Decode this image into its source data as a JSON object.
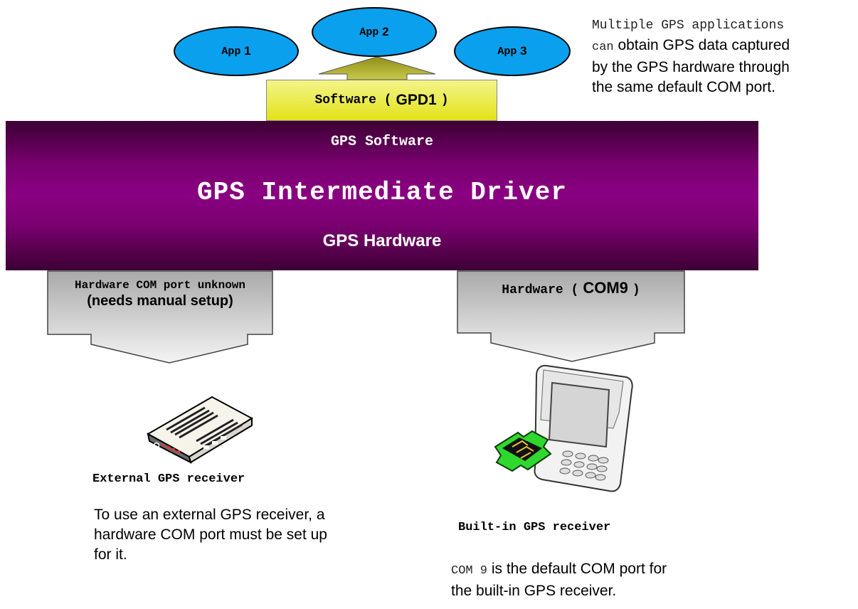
{
  "apps": [
    {
      "prefix": "App",
      "number": "1"
    },
    {
      "prefix": "App",
      "number": "2"
    },
    {
      "prefix": "App",
      "number": "3"
    }
  ],
  "software_box": {
    "prefix": "Software (",
    "port": "GPD1",
    "suffix": ")"
  },
  "note_top": {
    "line1": "Multiple GPS applications",
    "line2_mono": "can",
    "line2_rest": " obtain GPS data captured",
    "line3": "by the GPS hardware through",
    "line4": "the same default COM port."
  },
  "driver": {
    "software_label": "GPS Software",
    "title": "GPS Intermediate Driver",
    "hardware_label": "GPS Hardware"
  },
  "left_branch": {
    "line1": "Hardware COM port unknown",
    "line2": "(needs manual setup)",
    "caption": "External GPS receiver",
    "desc_line1": "To use an external GPS receiver, a",
    "desc_line2": "hardware COM port must be set up",
    "desc_line3": "for it."
  },
  "right_branch": {
    "prefix": "Hardware (",
    "port": "COM9",
    "suffix": ")",
    "caption": "Built-in GPS receiver",
    "desc_mono": "COM 9",
    "desc_rest": " is the default COM port for",
    "desc_line2": "the built-in GPS receiver."
  },
  "colors": {
    "app_fill": "#0aa0ee",
    "software_fill": "#e2e21a",
    "driver_band": "#8a0082",
    "gray_arrow": "#c8c8c8"
  }
}
